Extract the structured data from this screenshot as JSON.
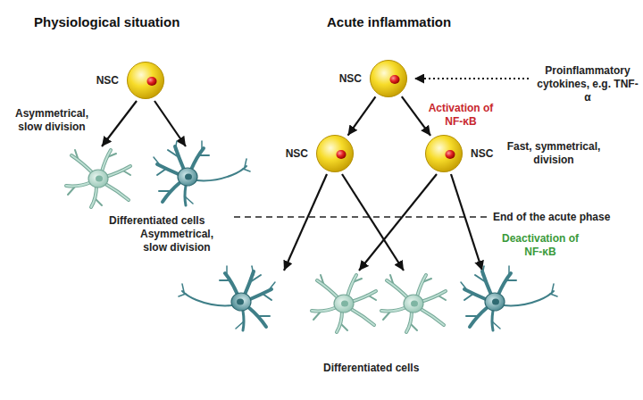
{
  "diagram": {
    "nodes": [
      {
        "text": [
          "NSC"
        ]
      },
      {
        "text": [
          "NSC"
        ]
      },
      {
        "text": [
          "NSC"
        ]
      },
      {
        "text": [
          "NSC"
        ]
      }
    ],
    "edges": [
      {
        "from": 1,
        "to": 2,
        "arrow": "to"
      },
      {
        "from": 1,
        "to": 3,
        "arrow": "to"
      }
    ],
    "labels": [
      "Physiological situation",
      "Acute inflammation",
      "Asymmetrical, slow division",
      "Differentiated cells",
      "Proinflammatory cytokines, e.g. TNF-α",
      "Activation of NF-κB",
      "Fast, symmetrical, division",
      "End of the acute phase",
      "Asymmetrical, slow division",
      "Deactivation of NF-κB",
      "Differentiated cells"
    ]
  }
}
